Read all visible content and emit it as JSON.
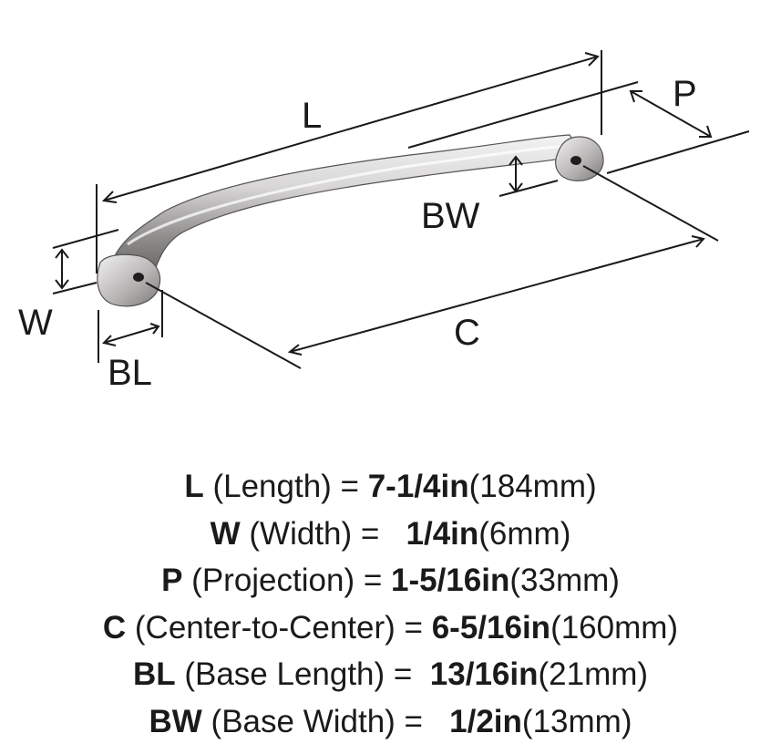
{
  "diagram": {
    "labels": {
      "L": "L",
      "P": "P",
      "BW": "BW",
      "W": "W",
      "C": "C",
      "BL": "BL"
    },
    "colors": {
      "metal_light": "#eceaea",
      "metal_mid": "#a9a6a6",
      "metal_dark": "#6f6c6c",
      "line": "#1a1a1a"
    }
  },
  "specs": [
    {
      "letter": "L",
      "desc": " (Length) = ",
      "imperial": "7-1/4in",
      "metric": "(184mm)"
    },
    {
      "letter": "W",
      "desc": " (Width) =   ",
      "imperial": "1/4in",
      "metric": "(6mm)"
    },
    {
      "letter": "P",
      "desc": " (Projection) = ",
      "imperial": "1-5/16in",
      "metric": "(33mm)"
    },
    {
      "letter": "C",
      "desc": " (Center-to-Center) = ",
      "imperial": "6-5/16in",
      "metric": "(160mm)"
    },
    {
      "letter": "BL",
      "desc": " (Base Length) =  ",
      "imperial": "13/16in",
      "metric": "(21mm)"
    },
    {
      "letter": "BW",
      "desc": " (Base Width) =   ",
      "imperial": "1/2in",
      "metric": "(13mm)"
    }
  ]
}
